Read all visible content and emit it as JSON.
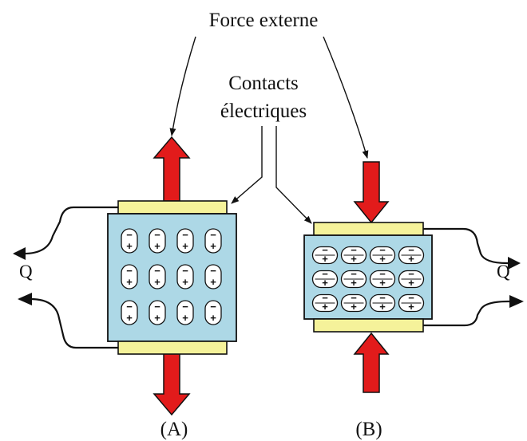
{
  "labels": {
    "external_force": "Force externe",
    "contacts_line1": "Contacts",
    "contacts_line2": "électriques",
    "charge_left": "Q",
    "charge_right": "Q",
    "caption_a": "(A)",
    "caption_b": "(B)"
  },
  "cell_signs": {
    "minus": "−",
    "plus": "+"
  },
  "colors": {
    "crystal": "#add8e6",
    "electrode": "#f5f29a",
    "force_arrow": "#e21b1b",
    "ink": "#111111"
  },
  "configurations": [
    {
      "id": "A",
      "state": "traction",
      "force_direction": "outward",
      "cells": {
        "rows": 3,
        "cols": 4
      }
    },
    {
      "id": "B",
      "state": "compression",
      "force_direction": "inward",
      "cells": {
        "rows": 3,
        "cols": 4
      }
    }
  ],
  "icons": [
    "force-arrow-icon",
    "current-arrow-icon"
  ]
}
